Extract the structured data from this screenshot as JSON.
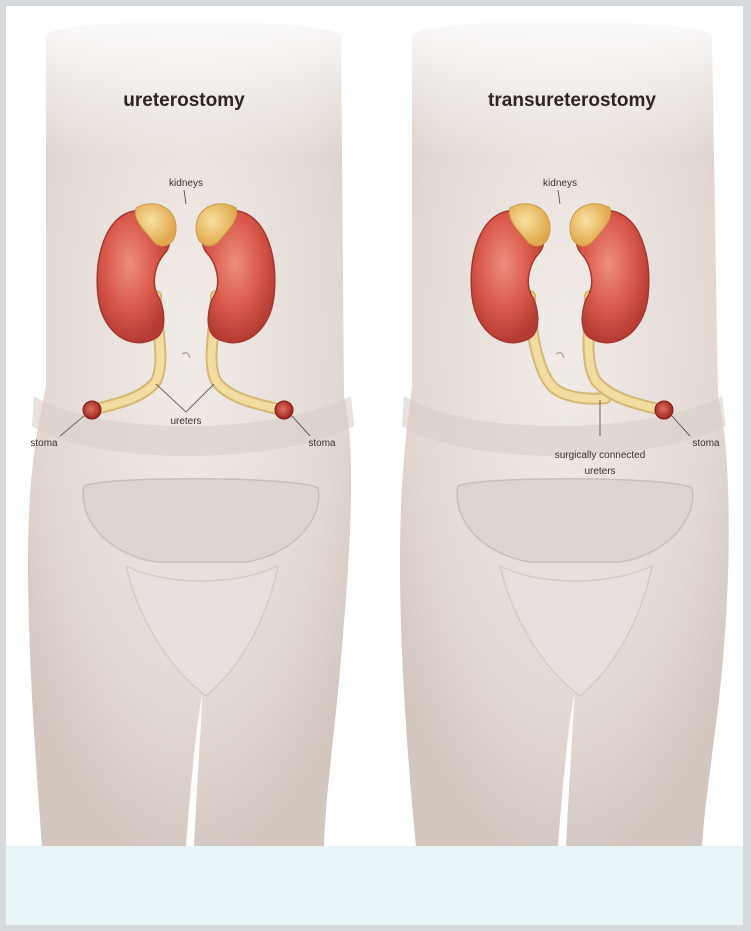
{
  "panels": {
    "left": {
      "title": "ureterostomy",
      "kidneys_label": "kidneys",
      "ureters_label": "ureters",
      "stoma_left_label": "stoma",
      "stoma_right_label": "stoma"
    },
    "right": {
      "title": "transureterostomy",
      "kidneys_label": "kidneys",
      "connected_label_line1": "surgically connected",
      "connected_label_line2": "ureters",
      "stoma_label": "stoma"
    }
  },
  "colors": {
    "skin": "#e9e2dd",
    "skin_shadow": "#cfc5bf",
    "kidney": "#d8574a",
    "kidney_highlight": "#ec8a78",
    "adrenal": "#f0c56a",
    "ureter": "#f3dca0",
    "stoma": "#b8302a",
    "bottom_band": "#e8f4f8"
  }
}
